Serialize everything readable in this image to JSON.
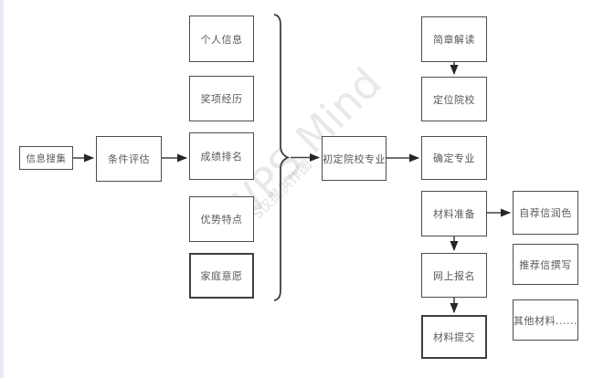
{
  "watermark": {
    "brand_large": "WPS Mind",
    "brand_small": "WPS仅提供作图"
  },
  "nodes": {
    "info_collect": {
      "label": "信息搜集"
    },
    "condition_eval": {
      "label": "条件评估"
    },
    "personal_info": {
      "label": "个人信息"
    },
    "award_exp": {
      "label": "奖项经历"
    },
    "grade_rank": {
      "label": "成绩排名"
    },
    "strengths": {
      "label": "优势特点"
    },
    "family_wish": {
      "label": "家庭意愿"
    },
    "initial_school": {
      "label": "初定院校专业"
    },
    "brochure": {
      "label": "简章解读"
    },
    "locate_school": {
      "label": "定位院校"
    },
    "confirm_major": {
      "label": "确定专业"
    },
    "material_prep": {
      "label": "材料准备"
    },
    "online_signup": {
      "label": "网上报名"
    },
    "material_submit": {
      "label": "材料提交"
    },
    "self_letter": {
      "label": "自荐信润色"
    },
    "rec_letter": {
      "label": "推荐信撰写"
    },
    "other_materials": {
      "label": "其他材料......"
    }
  },
  "colors": {
    "node_border": "#4d4d4d",
    "node_text": "#595959",
    "connector": "#404040",
    "canvas_edge": "#eae8f4"
  }
}
